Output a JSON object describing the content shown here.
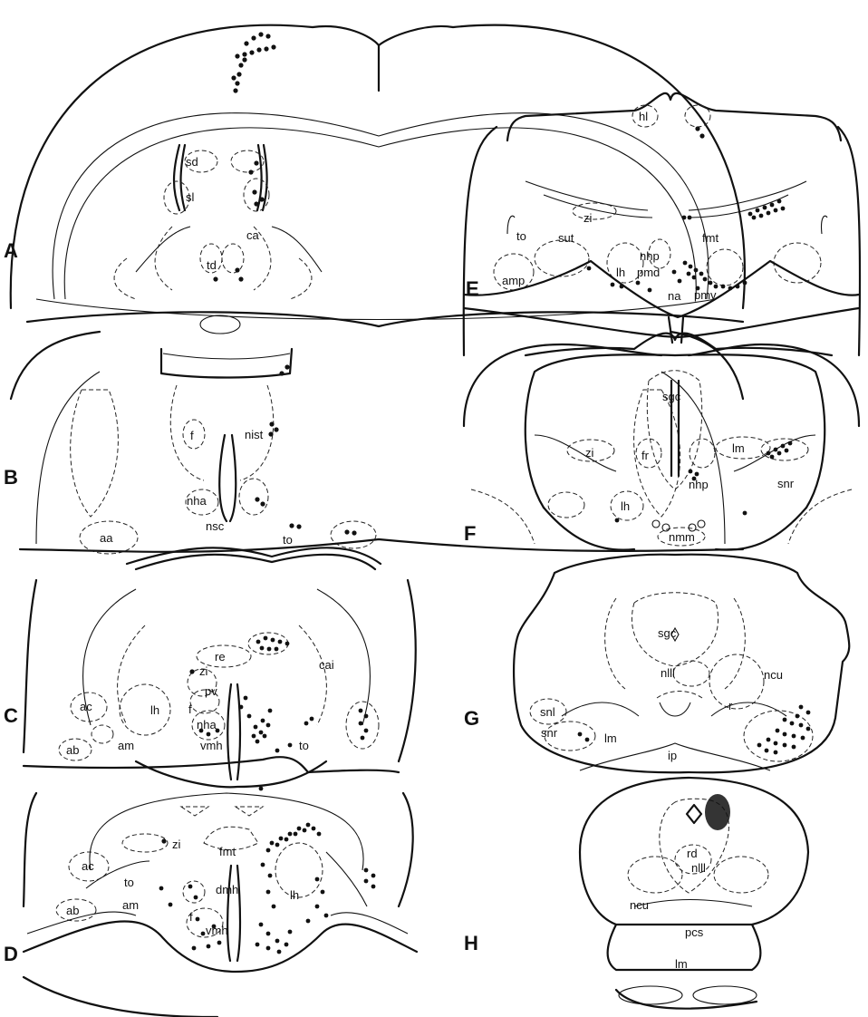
{
  "panels": [
    {
      "id": "A",
      "labels": [
        "sd",
        "sl",
        "ca",
        "td"
      ]
    },
    {
      "id": "B",
      "labels": [
        "f",
        "nist",
        "aa",
        "nha",
        "nsc",
        "to"
      ]
    },
    {
      "id": "C",
      "labels": [
        "re",
        "cai",
        "zi",
        "pv",
        "ac",
        "f",
        "lh",
        "nha",
        "vmh",
        "ab",
        "am",
        "to"
      ]
    },
    {
      "id": "D",
      "labels": [
        "zi",
        "fmt",
        "ac",
        "to",
        "dmh",
        "lh",
        "f",
        "ab",
        "am",
        "vmh"
      ]
    },
    {
      "id": "E",
      "labels": [
        "hl",
        "zi",
        "to",
        "sut",
        "fmt",
        "nhp",
        "amp",
        "lh",
        "pmd",
        "pmv",
        "na"
      ]
    },
    {
      "id": "F",
      "labels": [
        "sgc",
        "zi",
        "fr",
        "lm",
        "nhp",
        "snr",
        "lh",
        "nmm"
      ]
    },
    {
      "id": "G",
      "labels": [
        "sgc",
        "nlll",
        "ncu",
        "r",
        "snl",
        "snr",
        "lm",
        "ip"
      ]
    },
    {
      "id": "H",
      "labels": [
        "rd",
        "nlll",
        "ncu",
        "pcs",
        "lm"
      ]
    }
  ]
}
